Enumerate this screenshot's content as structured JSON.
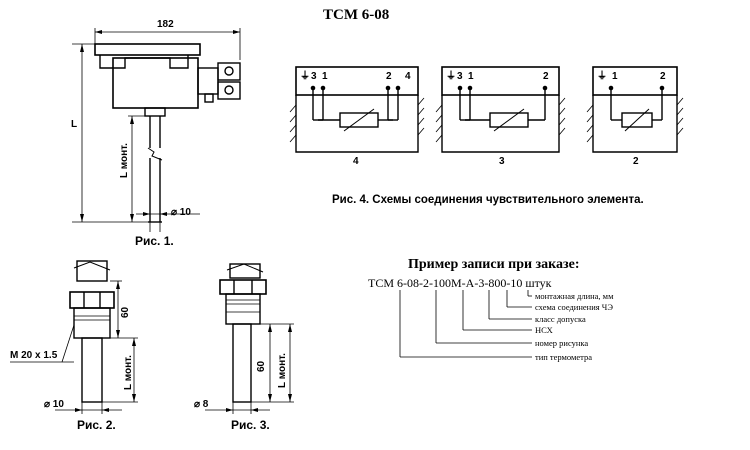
{
  "title": "ТСМ 6-08",
  "fig1": {
    "caption": "Рис. 1.",
    "width_dim": "182",
    "length_label": "L",
    "mount_length_label": "L монт.",
    "diameter_label": "⌀ 10"
  },
  "fig2": {
    "caption": "Рис. 2.",
    "thread_label": "M 20 x 1.5",
    "height_dim": "60",
    "mount_length_label": "L монт.",
    "diameter_label": "⌀ 10"
  },
  "fig3": {
    "caption": "Рис. 3.",
    "height_dim": "60",
    "mount_length_label": "L монт.",
    "diameter_label": "⌀ 8"
  },
  "fig4": {
    "caption": "Рис. 4. Схемы соединения чувствительного элемента.",
    "schemes": [
      {
        "label": "4",
        "terminals": [
          "3",
          "1",
          "2",
          "4"
        ]
      },
      {
        "label": "3",
        "terminals": [
          "3",
          "1",
          "2"
        ]
      },
      {
        "label": "2",
        "terminals": [
          "1",
          "2"
        ]
      }
    ],
    "ground_symbol": "⏚"
  },
  "order_example": {
    "heading": "Пример записи при заказе:",
    "code_parts": [
      "ТСМ 6-08",
      "-",
      "2",
      "-",
      "100М",
      "-",
      "А",
      "-",
      "3",
      "-",
      "800",
      "-",
      "10 штук"
    ],
    "descriptions": [
      "монтажная длина, мм",
      "схема соединения ЧЭ",
      "класс допуска",
      "НСХ",
      "номер рисунка",
      "тип термометра"
    ]
  }
}
